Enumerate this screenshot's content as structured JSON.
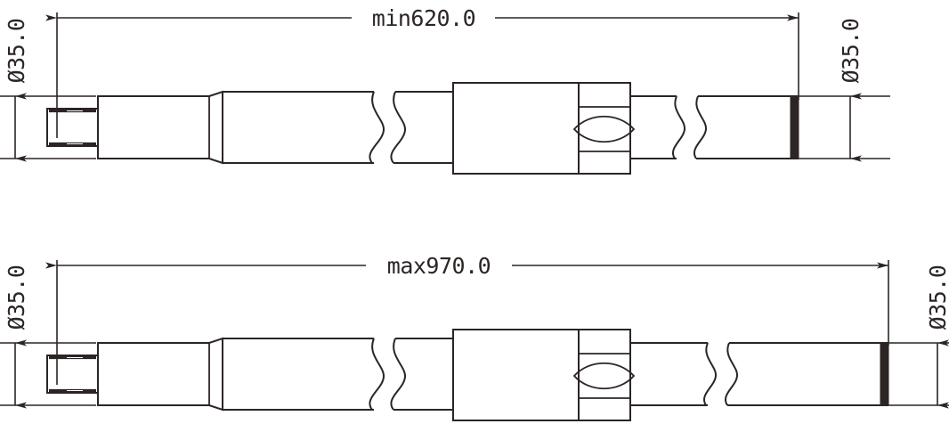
{
  "drawing": {
    "title": "",
    "stroke_color": "#2b2524",
    "fill_color": "#ffffff",
    "background": "#ffffff",
    "views": [
      {
        "name": "retracted-view",
        "length_dimension": {
          "label": "min620.0",
          "prefix": "min",
          "value": "620.0",
          "orientation": "horizontal"
        },
        "diameter_left": {
          "label": "Ø35.0",
          "symbol": "Ø",
          "value": "35.0",
          "orientation": "vertical"
        },
        "diameter_right": {
          "label": "Ø35.0",
          "symbol": "Ø",
          "value": "35.0",
          "orientation": "vertical"
        }
      },
      {
        "name": "extended-view",
        "length_dimension": {
          "label": "max970.0",
          "prefix": "max",
          "value": "970.0",
          "orientation": "horizontal"
        },
        "diameter_left": {
          "label": "Ø35.0",
          "symbol": "Ø",
          "value": "35.0",
          "orientation": "vertical"
        },
        "diameter_right": {
          "label": "Ø35.0",
          "symbol": "Ø",
          "value": "35.0",
          "orientation": "vertical"
        }
      }
    ]
  }
}
